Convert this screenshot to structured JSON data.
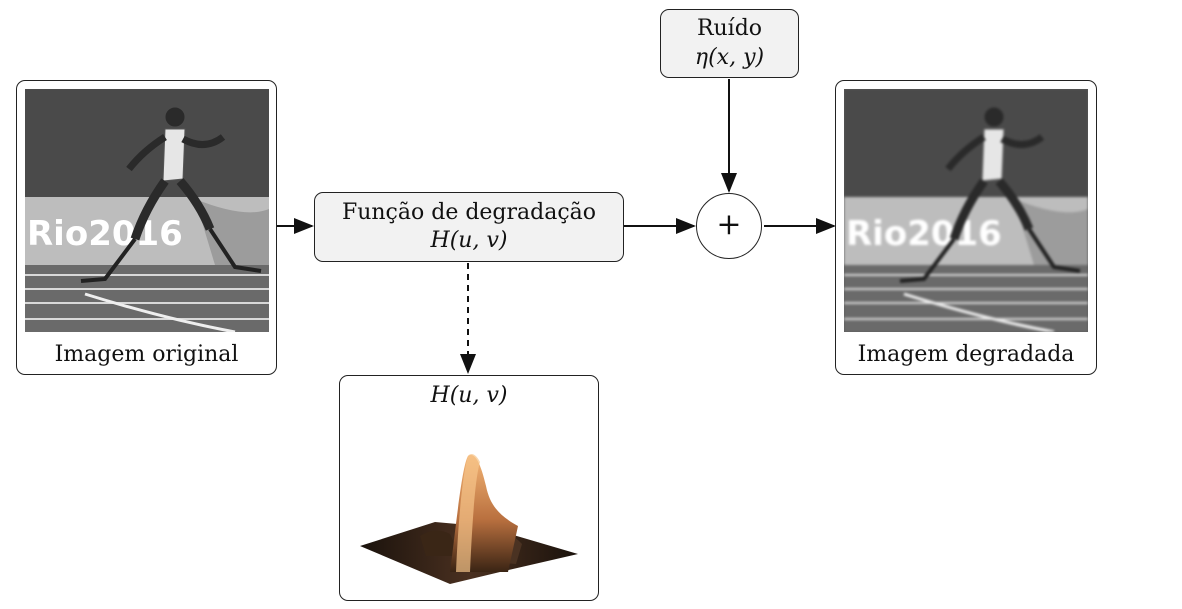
{
  "original_box": {
    "caption": "Imagem original"
  },
  "degradation_box": {
    "title": "Função de degradação",
    "formula": "H(u, v)"
  },
  "noise_box": {
    "title": "Ruído",
    "formula": "η(x, y)"
  },
  "sum_node": {
    "symbol": "+"
  },
  "degraded_box": {
    "caption": "Imagem degradada"
  },
  "plot_box": {
    "title": "H(u, v)"
  },
  "photo_text": {
    "logo": "Rio2016"
  },
  "colors": {
    "border": "#222222",
    "box_fill": "#f2f2f2",
    "surface_peak": "#f0a060",
    "surface_dark": "#1a120c"
  },
  "icons": [
    "runner-photo",
    "surface-plot",
    "sum-junction"
  ]
}
